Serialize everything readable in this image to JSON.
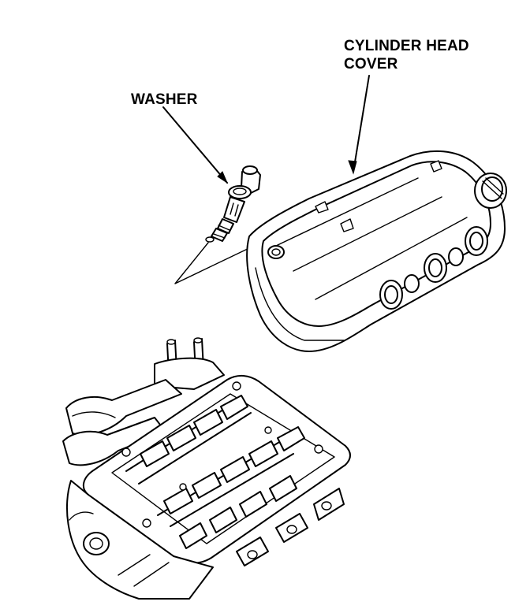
{
  "callouts": {
    "washer": "WASHER",
    "cylinder_head_cover_line1": "CYLINDER HEAD",
    "cylinder_head_cover_line2": "COVER"
  },
  "colors": {
    "line": "#000000",
    "background": "#ffffff"
  }
}
